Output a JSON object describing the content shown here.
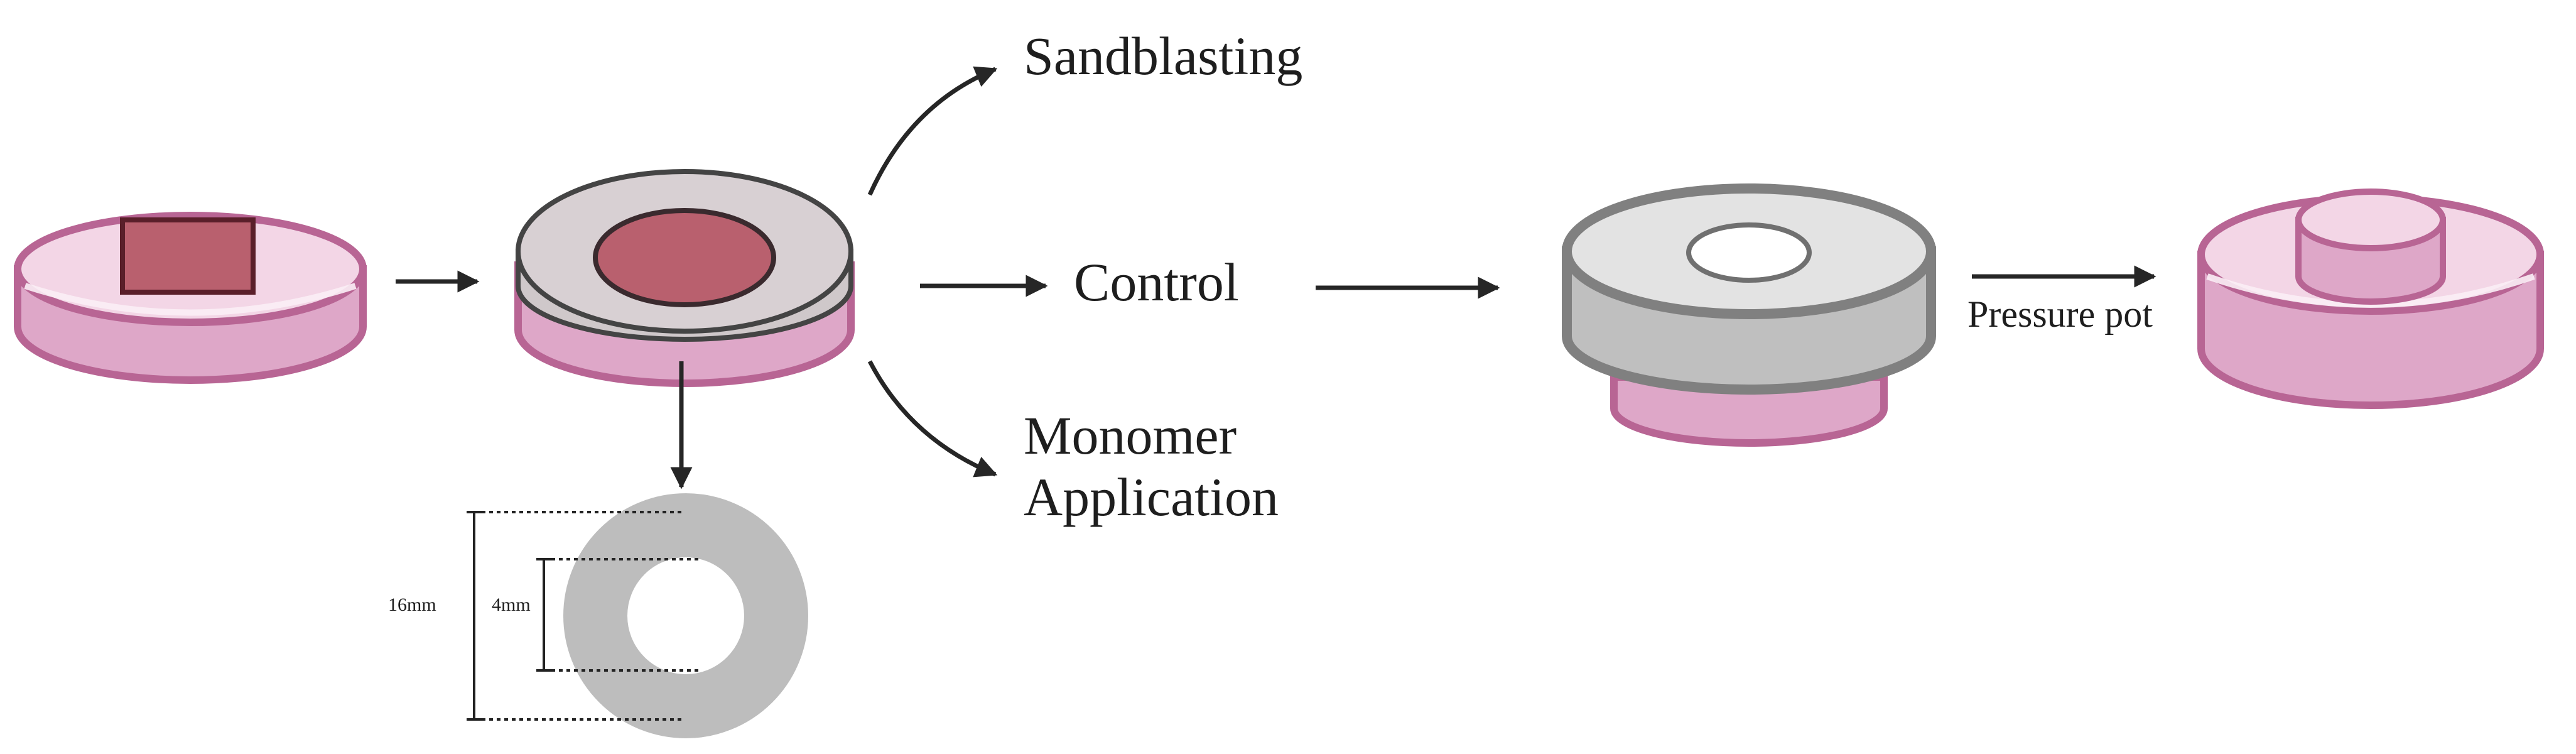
{
  "labels": {
    "sandblasting": "Sandblasting",
    "control": "Control",
    "monomer_line1": "Monomer",
    "monomer_line2": "Application",
    "pressure_pot": "Pressure pot",
    "outer_diameter": "16mm",
    "inner_diameter": "4mm"
  },
  "colors": {
    "pink_light": "#f3d6e6",
    "pink_mid": "#dea7c8",
    "pink_dark": "#b86594",
    "crimson": "#b9606e",
    "gray_light": "#e3e3e3",
    "gray_mid": "#bfbfbf",
    "gray_dark": "#808080",
    "arrow": "#262626"
  }
}
